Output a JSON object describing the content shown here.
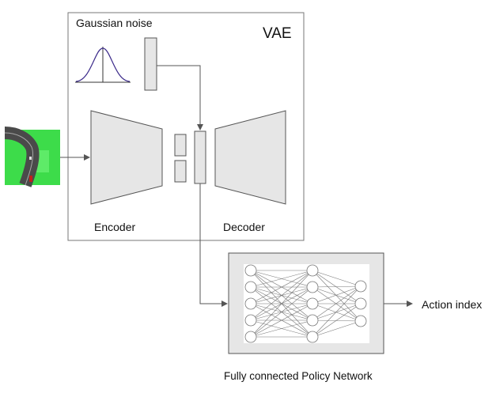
{
  "labels": {
    "gaussian_noise": "Gaussian noise",
    "vae": "VAE",
    "encoder": "Encoder",
    "decoder": "Decoder",
    "action_index": "Action index",
    "policy_network": "Fully connected Policy Network"
  },
  "network": {
    "layers": [
      5,
      5,
      3
    ]
  },
  "colors": {
    "block_fill": "#e6e6e6",
    "line": "#555555",
    "bell_curve": "#3b2a8a",
    "grass": "#3ddc4a",
    "road": "#4a4a4a"
  }
}
